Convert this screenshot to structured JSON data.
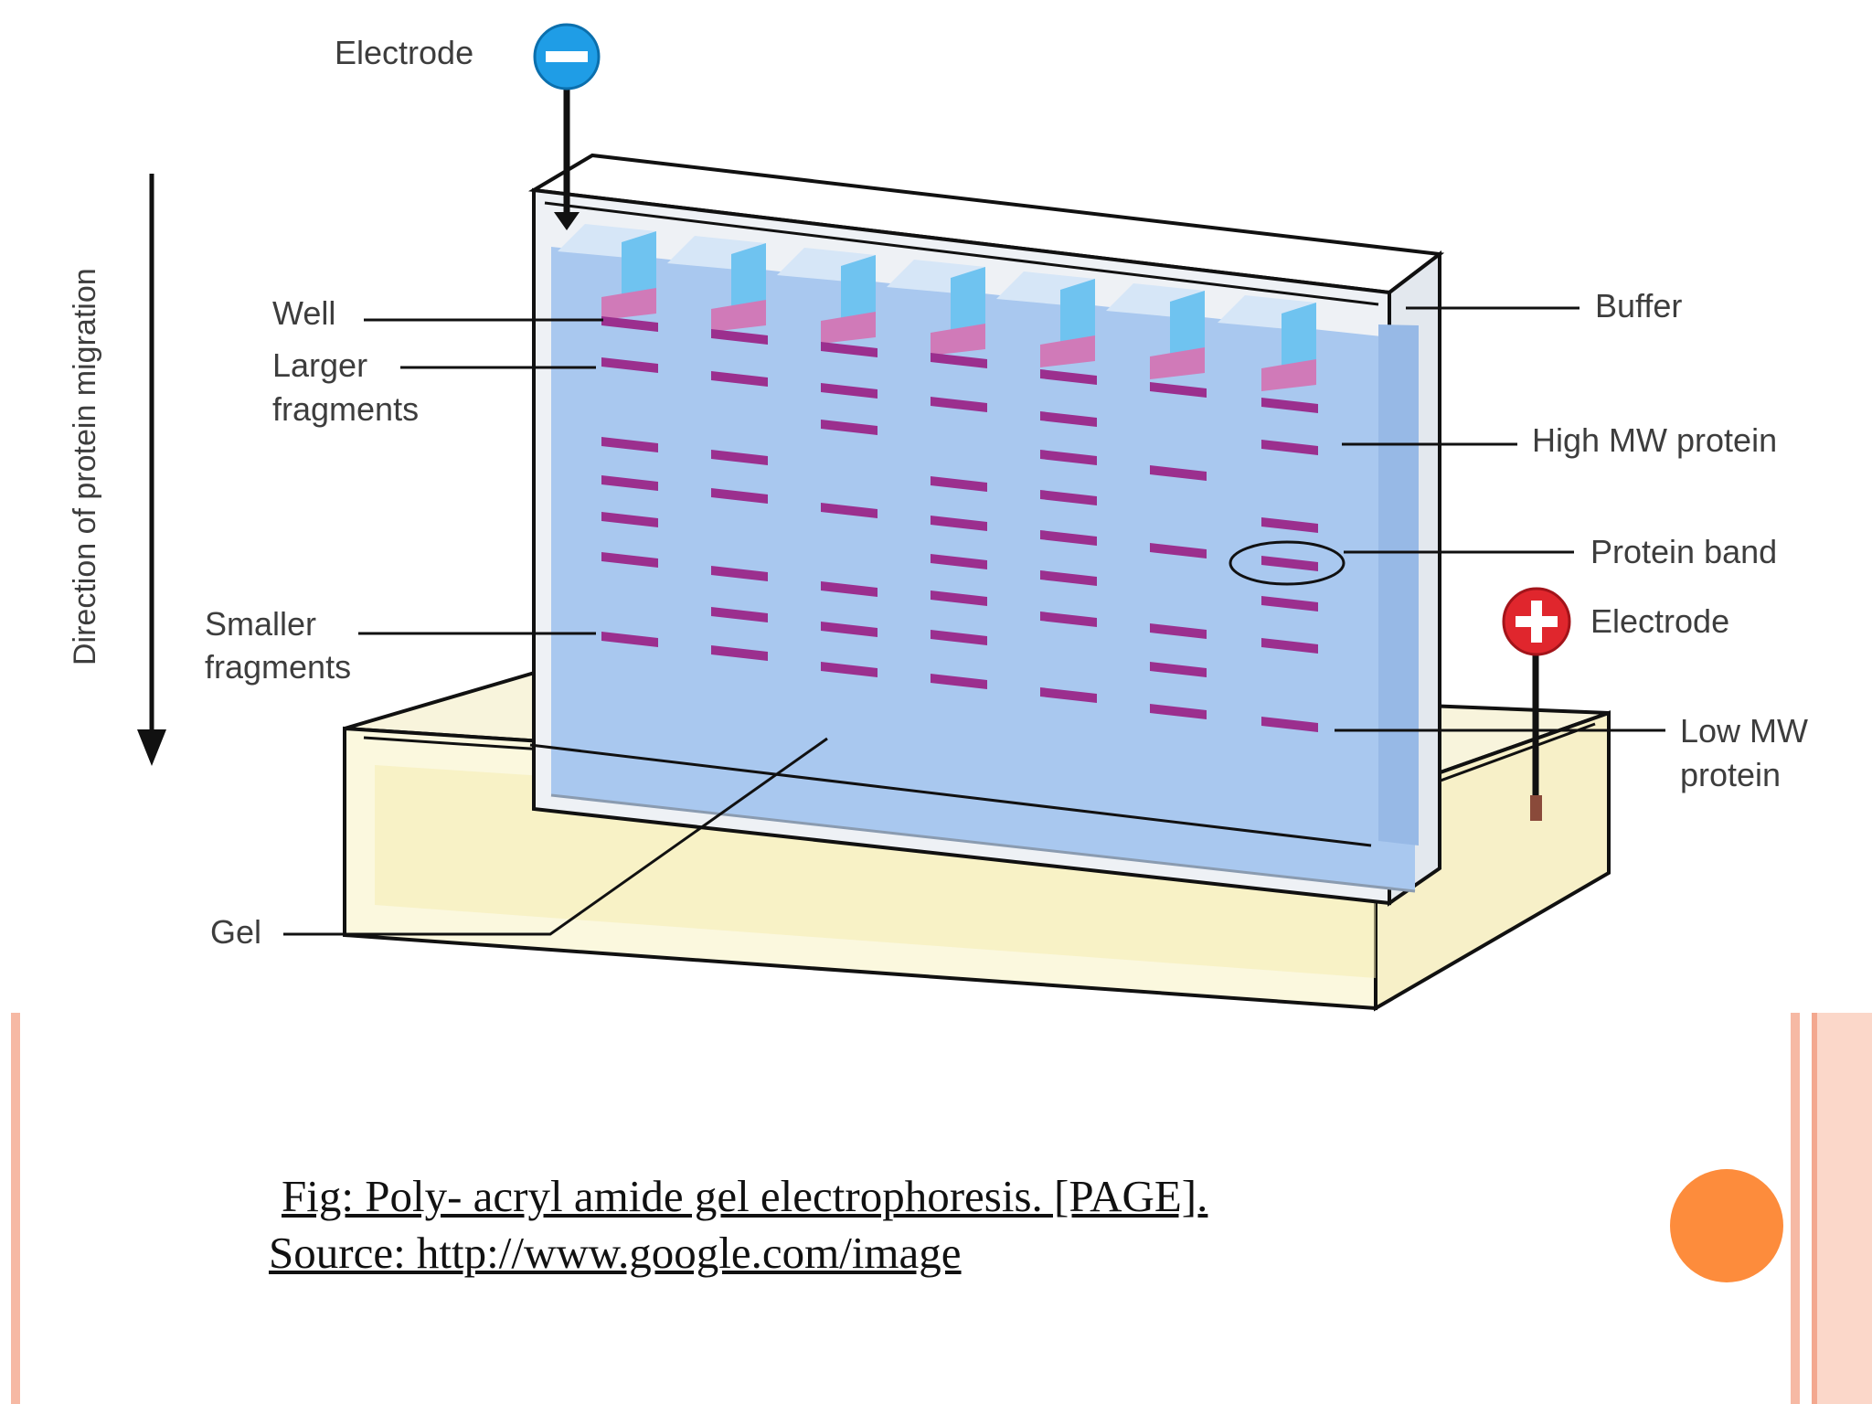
{
  "diagram": {
    "labels": {
      "electrode_neg": "Electrode",
      "electrode_pos": "Electrode",
      "well": "Well",
      "larger": [
        "Larger",
        "fragments"
      ],
      "smaller": [
        "Smaller",
        "fragments"
      ],
      "gel": "Gel",
      "buffer": "Buffer",
      "high_mw": "High MW protein",
      "protein_band": "Protein band",
      "low_mw": [
        "Low MW",
        "protein"
      ],
      "direction": "Direction of protein migration"
    },
    "icons": {
      "negative": "minus-circle-icon",
      "positive": "plus-circle-icon",
      "direction": "down-arrow-icon"
    }
  },
  "caption": {
    "line1": "Fig: Poly- acryl amide gel electrophoresis. [PAGE].",
    "line2": "Source: http://www.google.com/image"
  },
  "colors": {
    "gel": "#a9c8ef",
    "well_comb": "#6fc3f0",
    "band": "#9b2f8e",
    "well_sample": "#d07ab8",
    "buffer_tank": "#fbf7d6",
    "negative_electrode": "#1f9de6",
    "positive_electrode": "#e0262d",
    "orange_dot": "#fd8c3c",
    "stripe_light": "#f9d3c4",
    "stripe_mid": "#f3a88f"
  }
}
